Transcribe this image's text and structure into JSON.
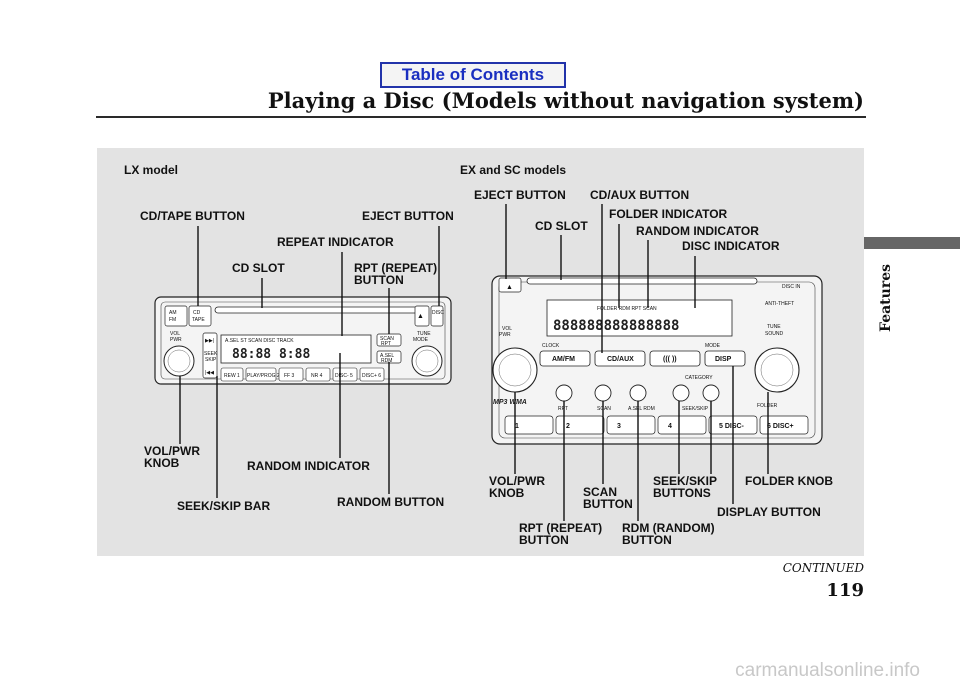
{
  "nav": {
    "toc_label": "Table of Contents"
  },
  "header": {
    "title": "Playing a Disc (Models without navigation system)"
  },
  "side": {
    "section": "Features"
  },
  "footer": {
    "continued": "CONTINUED",
    "page_number": "119",
    "watermark": "carmanualsonline.info"
  },
  "figure": {
    "lx": {
      "model": "LX model",
      "cd_tape_button": "CD/TAPE BUTTON",
      "eject_button": "EJECT BUTTON",
      "repeat_indicator": "REPEAT INDICATOR",
      "cd_slot": "CD SLOT",
      "rpt_button_1": "RPT (REPEAT)",
      "rpt_button_2": "BUTTON",
      "vol_pwr_knob_1": "VOL/PWR",
      "vol_pwr_knob_2": "KNOB",
      "random_indicator": "RANDOM INDICATOR",
      "seek_skip_bar": "SEEK/SKIP BAR",
      "random_button": "RANDOM BUTTON",
      "unit": {
        "am_fm": "AM FM",
        "cd_tape": "CD TAPE",
        "vol": "VOL PWR",
        "seek": "SEEK SKIP",
        "scan": "SCAN RPT",
        "asel": "A.SEL RDM",
        "tune": "TUNE MODE",
        "disc": "DISC",
        "presets": [
          "REW 1",
          "PLAY/PROG 2",
          "FF 3",
          "NR 4",
          "DISC- 5",
          "DISC+ 6"
        ],
        "display": "88:88 8:88"
      }
    },
    "ex": {
      "model": "EX and SC models",
      "eject_button": "EJECT BUTTON",
      "cd_aux_button": "CD/AUX BUTTON",
      "cd_slot": "CD SLOT",
      "folder_indicator": "FOLDER INDICATOR",
      "random_indicator": "RANDOM INDICATOR",
      "disc_indicator": "DISC INDICATOR",
      "vol_pwr_knob_1": "VOL/PWR",
      "vol_pwr_knob_2": "KNOB",
      "scan_button_1": "SCAN",
      "scan_button_2": "BUTTON",
      "seek_skip_buttons_1": "SEEK/SKIP",
      "seek_skip_buttons_2": "BUTTONS",
      "folder_knob": "FOLDER KNOB",
      "display_button": "DISPLAY BUTTON",
      "rpt_button_1": "RPT (REPEAT)",
      "rpt_button_2": "BUTTON",
      "rdm_button_1": "RDM (RANDOM)",
      "rdm_button_2": "BUTTON",
      "unit": {
        "am_fm": "AM/FM",
        "cd_aux": "CD/AUX",
        "disp": "DISP",
        "clock": "CLOCK",
        "mode": "MODE",
        "category": "CATEGORY",
        "folder": "FOLDER",
        "tune": "TUNE SOUND",
        "vol": "VOL PWR",
        "anti_theft": "ANTI-THEFT",
        "disc_in": "DISC IN",
        "mp3": "MP3 WMA",
        "round_labels": [
          "RPT",
          "SCAN",
          "A.SEL RDM",
          "SEEK/SKIP"
        ],
        "presets": [
          "1",
          "2",
          "3",
          "4",
          "5 DISC-",
          "6 DISC+"
        ]
      }
    }
  }
}
